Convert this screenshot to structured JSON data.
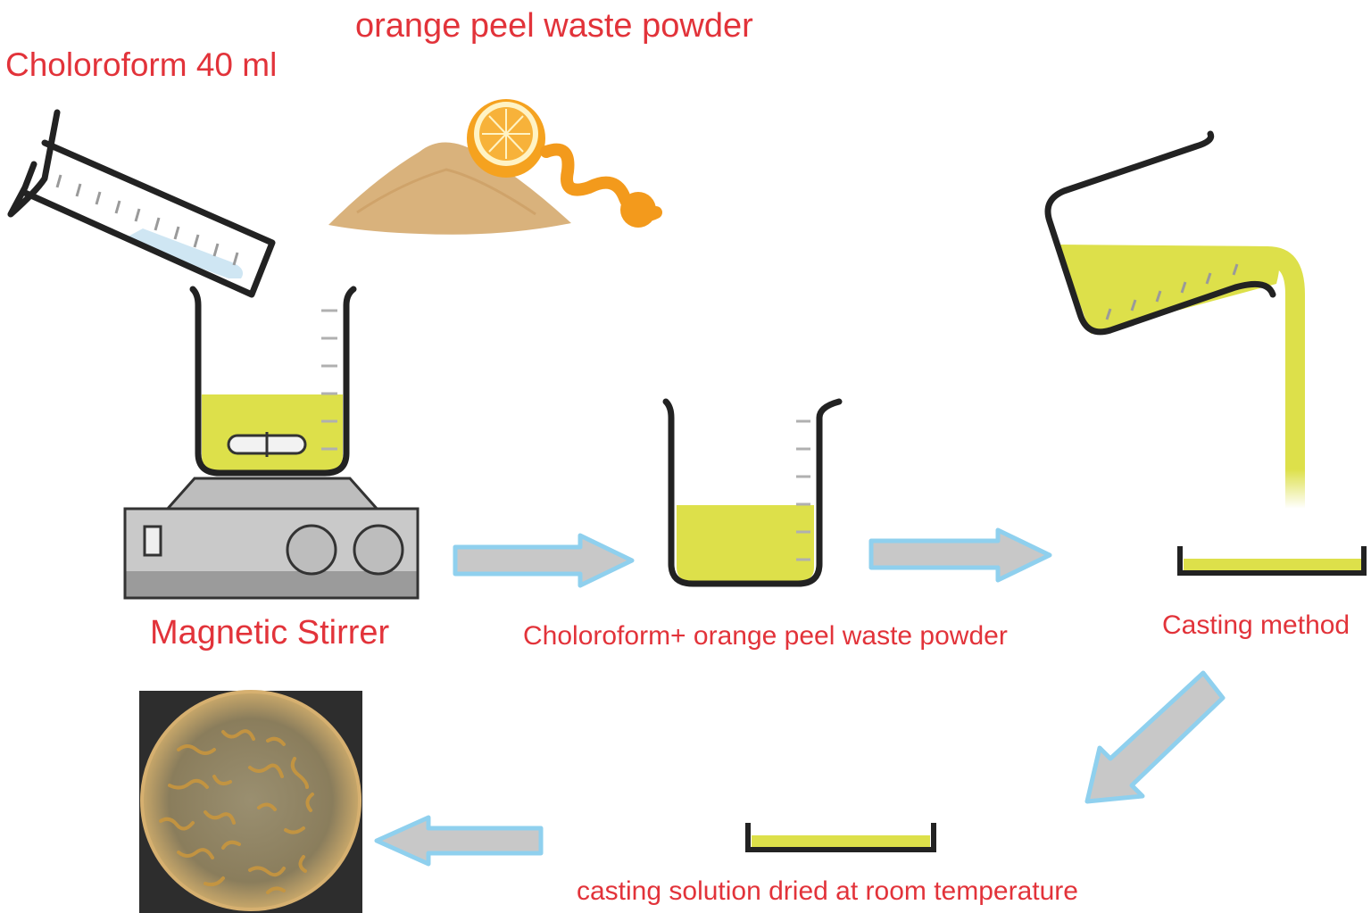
{
  "labels": {
    "orange_peel_powder": "orange peel waste powder",
    "chloroform": "Choloroform 40 ml",
    "magnetic_stirrer": "Magnetic Stirrer",
    "mixture": "Choloroform+ orange peel waste powder",
    "casting_method": "Casting method",
    "dried": "casting solution dried at room temperature"
  },
  "colors": {
    "label_text": "#e2333a",
    "solution": "#dde04a",
    "arrow_fill": "#c8c8c8",
    "arrow_outline": "#8fd0ee",
    "outline": "#222222",
    "powder": "#d9b27c",
    "orange": "#f5a21f"
  }
}
